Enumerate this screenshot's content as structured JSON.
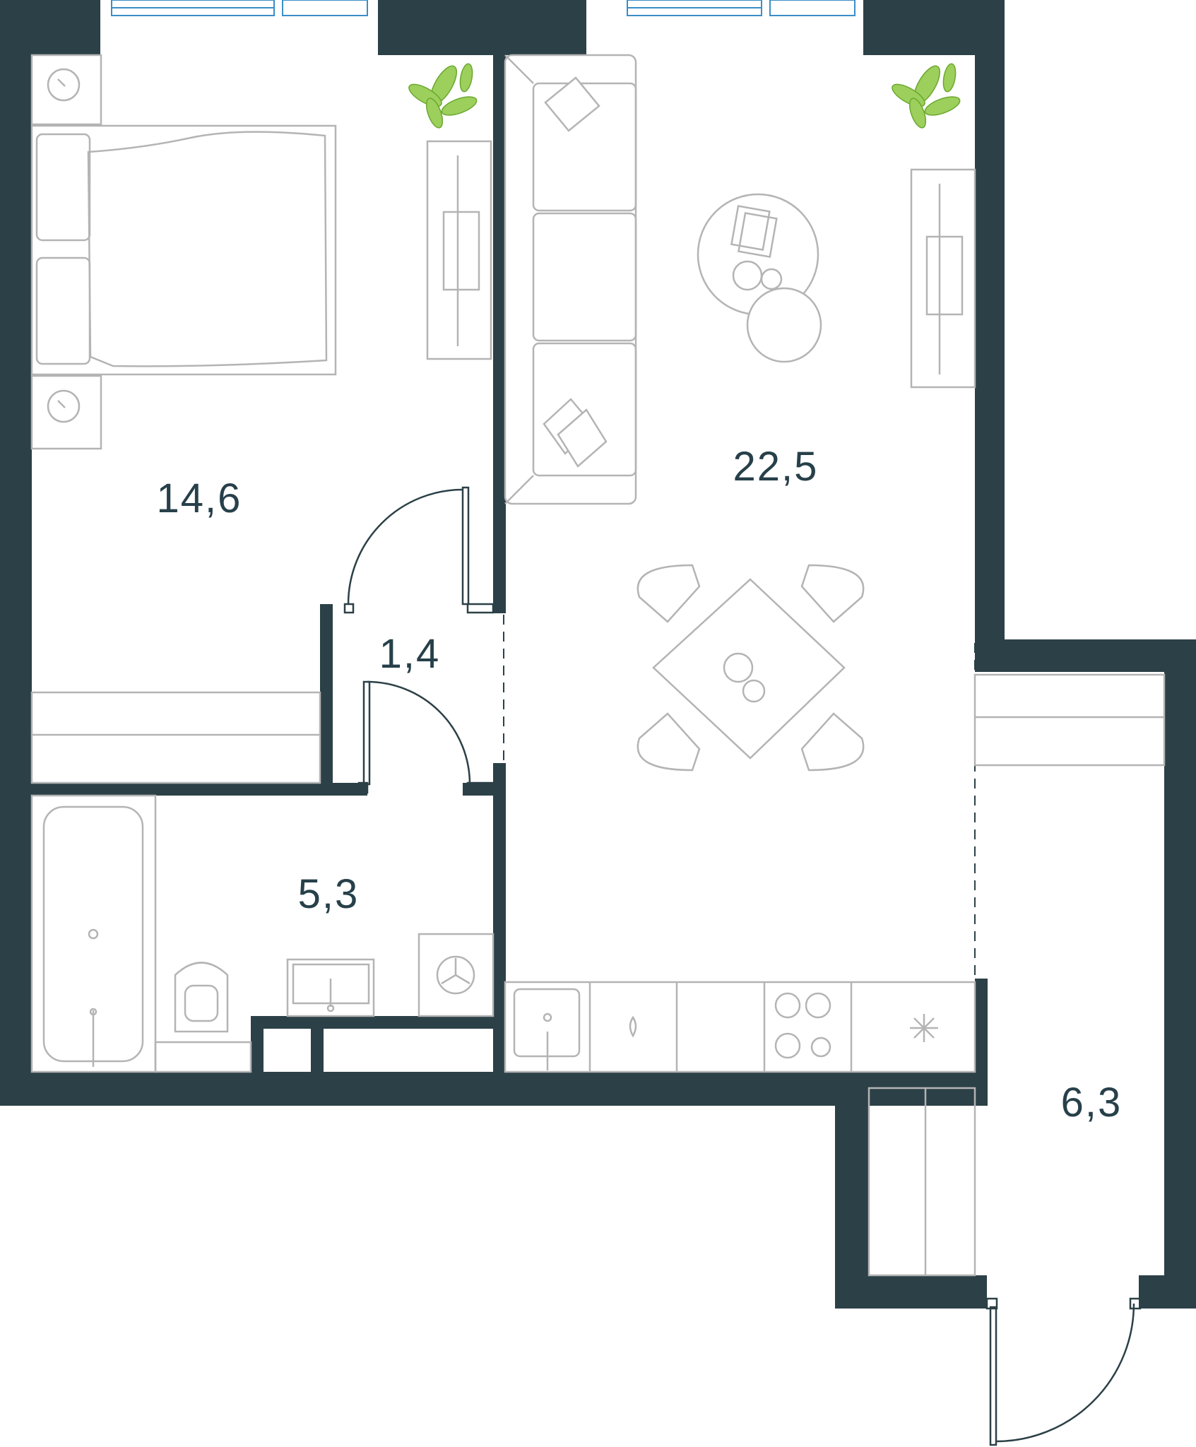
{
  "rooms": {
    "bedroom": {
      "area": "14,6"
    },
    "hallway": {
      "area": "1,4"
    },
    "living_kitchen": {
      "area": "22,5"
    },
    "bathroom": {
      "area": "5,3"
    },
    "balcony": {
      "area": "6,3"
    }
  },
  "colors": {
    "wall": "#2c4047",
    "furniture_line": "#b4b4b4",
    "label_text": "#27404a",
    "window_glass": "#3b8ec7",
    "plant": "#7fbf3f"
  }
}
